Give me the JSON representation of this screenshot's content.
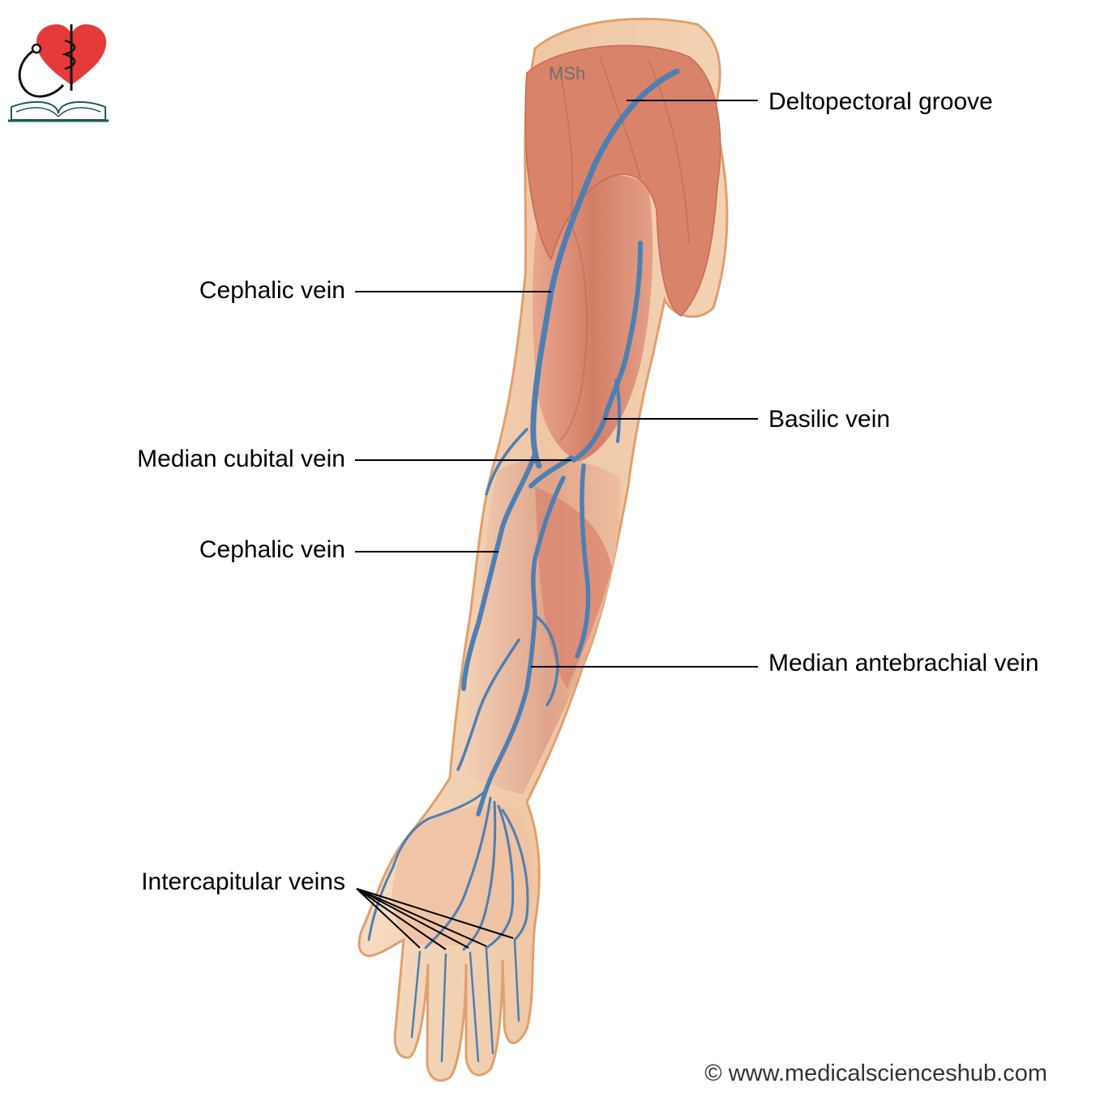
{
  "labels": {
    "deltopectoral_groove": "Deltopectoral groove",
    "cephalic_vein_upper": "Cephalic vein",
    "basilic_vein": "Basilic vein",
    "median_cubital_vein": "Median cubital vein",
    "cephalic_vein_lower": "Cephalic vein",
    "median_antebrachial_vein": "Median antebrachial vein",
    "intercapitular_veins": "Intercapitular veins"
  },
  "watermark": "MSh",
  "copyright": "© www.medicalscienceshub.com",
  "colors": {
    "muscle": "#d98a73",
    "muscle_dark": "#c4664f",
    "skin": "#f1cfae",
    "skin_edge": "#e3a877",
    "vein": "#4e7fb3",
    "vein_dark": "#2f5680",
    "leader_line": "#000000",
    "logo_heart": "#e53a3a"
  },
  "icons": {
    "logo": "heart-stethoscope-book-logo"
  }
}
